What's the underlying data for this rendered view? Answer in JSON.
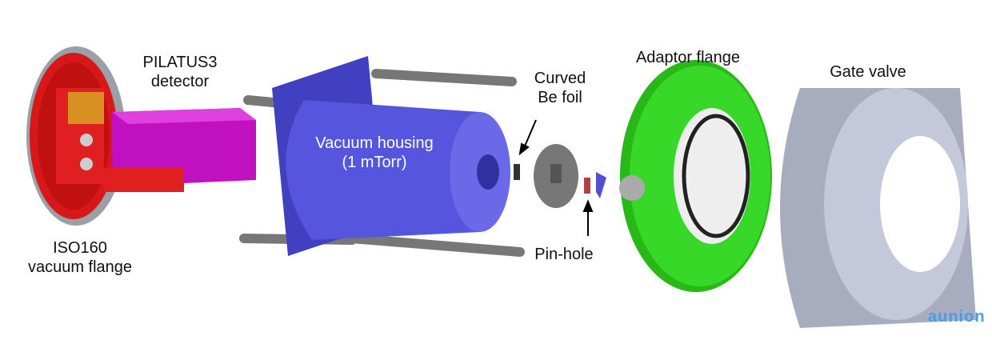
{
  "labels": {
    "detector": [
      "PILATUS3",
      "detector"
    ],
    "flange": [
      "ISO160",
      "vacuum flange"
    ],
    "housing": [
      "Vacuum housing",
      "(1 mTorr)"
    ],
    "foil": [
      "Curved",
      "Be foil"
    ],
    "pinhole": "Pin-hole",
    "adaptor": "Adaptor flange",
    "gate": "Gate valve"
  },
  "watermark": "aunion",
  "colors": {
    "flange": "#d81818",
    "detector": "#c010c0",
    "housing": "#5050d8",
    "adaptor": "#30d020",
    "gate": "#b8bcd0"
  }
}
